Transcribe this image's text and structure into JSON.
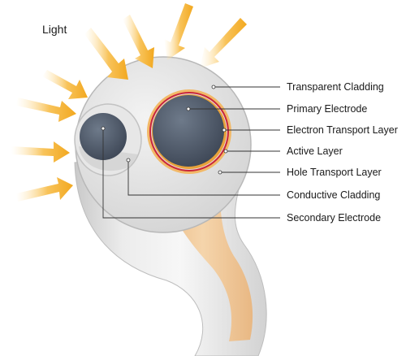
{
  "diagram": {
    "light_label": "Light",
    "labels": [
      "Transparent Cladding",
      "Primary Electrode",
      "Electron Transport Layer",
      "Active Layer",
      "Hole Transport Layer",
      "Conductive Cladding",
      "Secondary Electrode"
    ],
    "colors": {
      "ray": "#f6b227",
      "cladding": "#dcdcdc",
      "electrode": "#4d5868",
      "electron_transport": "#e8a23a",
      "active_layer": "#c8263a",
      "hole_transport": "#f2b968",
      "leader_line": "#333333"
    }
  }
}
